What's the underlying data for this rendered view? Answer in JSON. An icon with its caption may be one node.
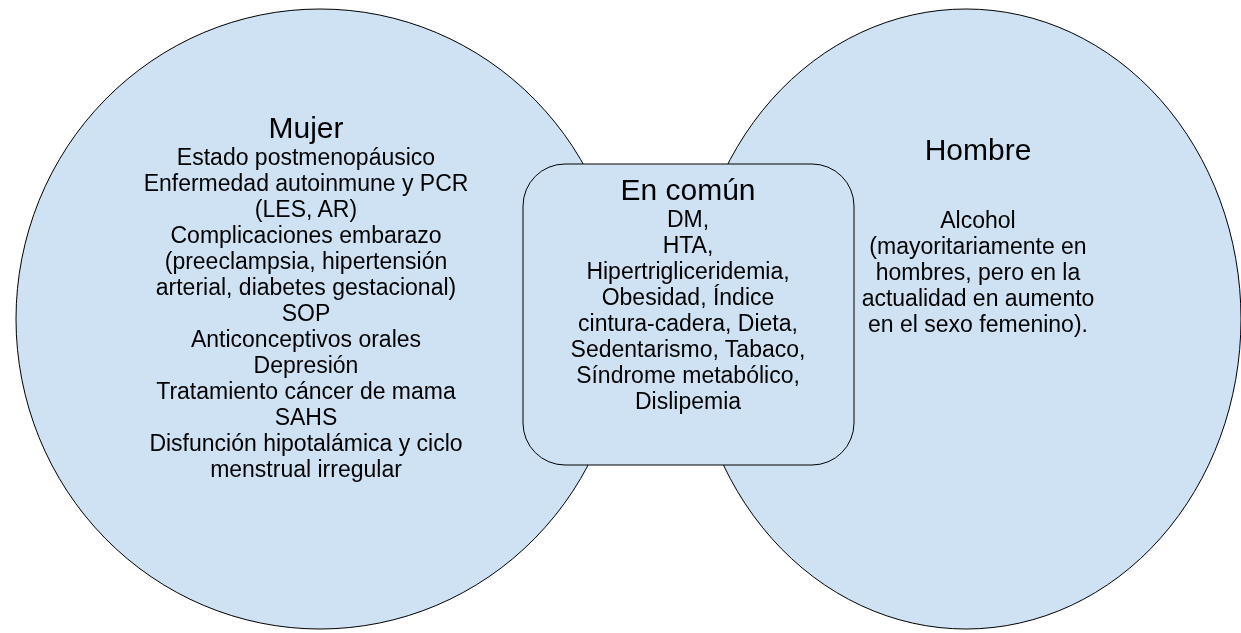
{
  "diagram": {
    "nodes": [
      {
        "text": [
          "Mujer",
          "Estado postmenopáusico",
          "Enfermedad autoinmune y PCR (LES, AR)",
          "Complicaciones embarazo (preeclampsia, hipertensión arterial, diabetes gestacional)",
          "SOP",
          "Anticonceptivos orales",
          "Depresión",
          "Tratamiento cáncer de mama",
          "SAHS",
          "Disfunción hipotalámica y ciclo menstrual irregular"
        ]
      },
      {
        "text": [
          "En común",
          "DM,",
          "HTA,",
          "Hipertrigliceridemia, Obesidad, Índice cintura-cadera, Dieta, Sedentarismo, Tabaco, Síndrome metabólico, Dislipemia"
        ]
      },
      {
        "text": [
          "Hombre",
          "Alcohol (mayoritariamente en hombres, pero en la actualidad en aumento en el sexo femenino)."
        ]
      }
    ]
  }
}
